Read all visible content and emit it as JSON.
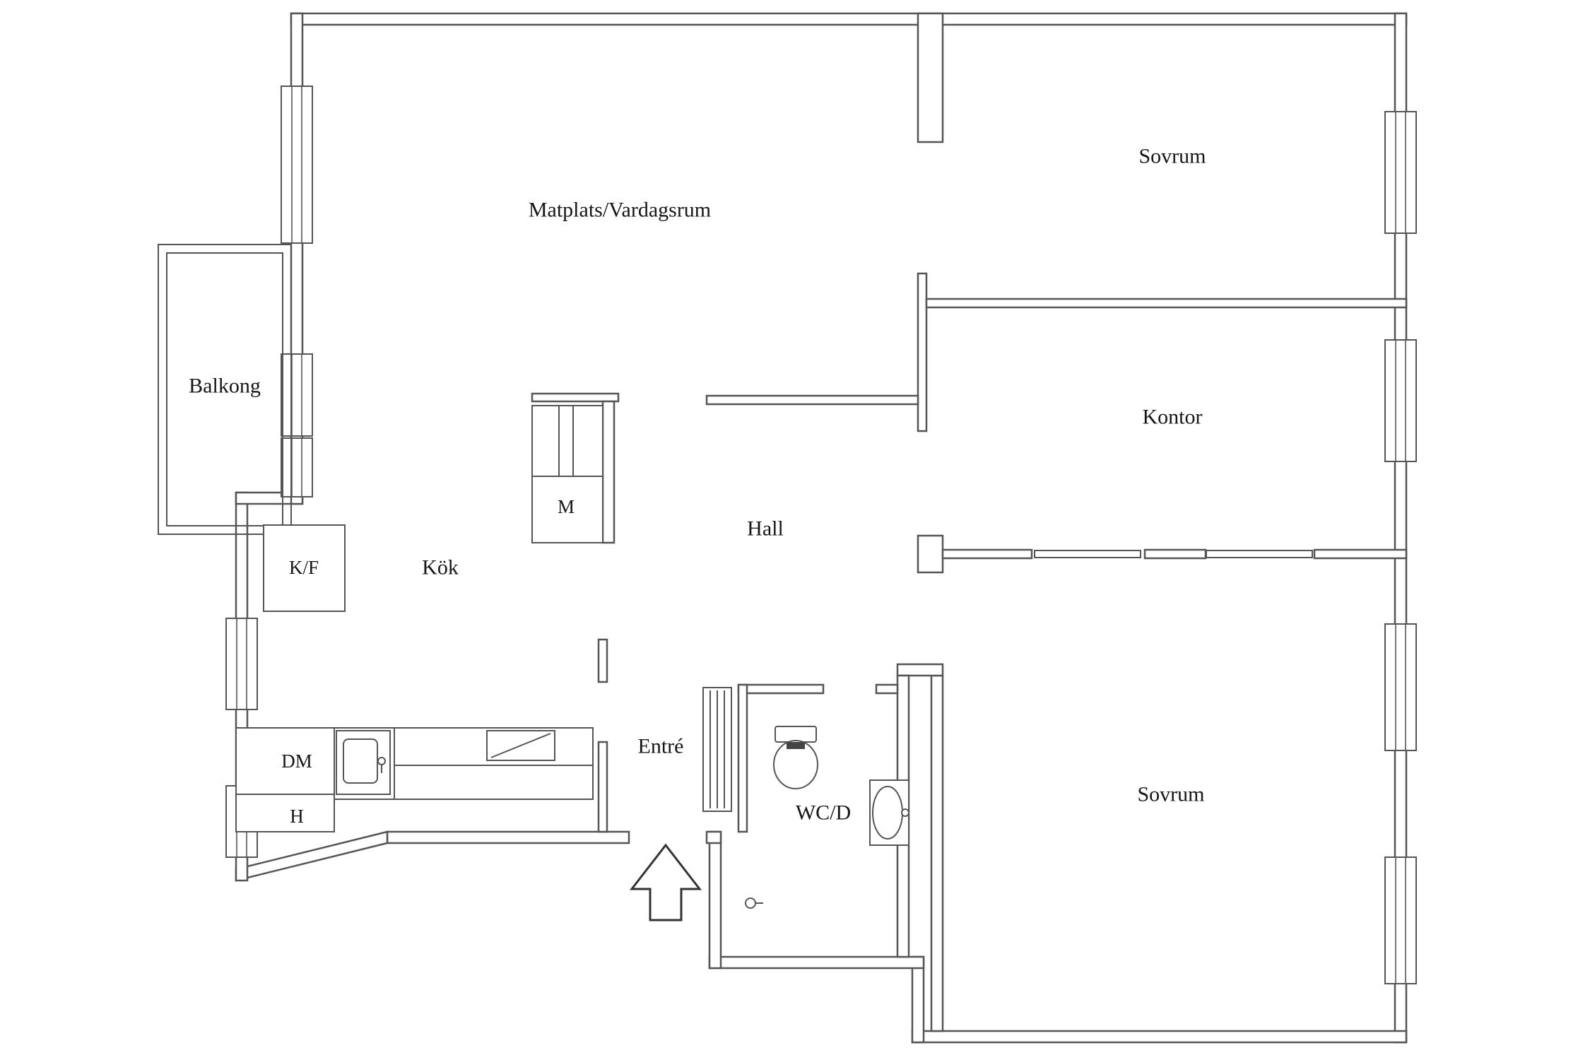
{
  "plan": {
    "type": "apartment-floor-plan",
    "colors": {
      "background": "#ffffff",
      "walls": "#555555",
      "text": "#161616"
    },
    "rooms": {
      "matplats": "Matplats/Vardagsrum",
      "sovrum_top": "Sovrum",
      "kontor": "Kontor",
      "hall": "Hall",
      "kok": "Kök",
      "balkong": "Balkong",
      "entre": "Entré",
      "wc": "WC/D",
      "sovrum_bottom": "Sovrum"
    },
    "fixtures": {
      "kf": "K/F",
      "m": "M",
      "dm": "DM",
      "h": "H"
    }
  }
}
